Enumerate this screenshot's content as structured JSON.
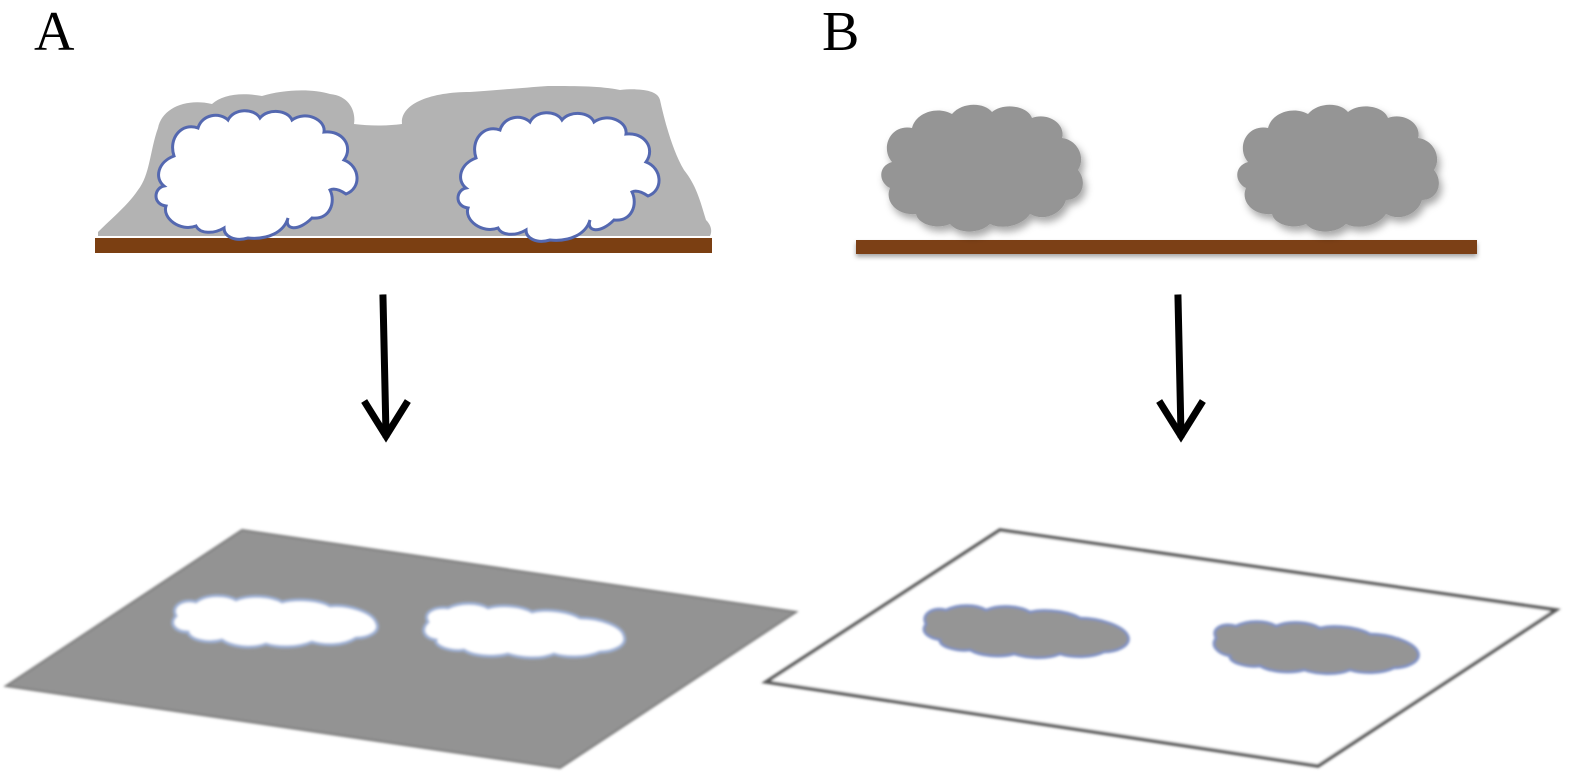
{
  "panels": [
    {
      "id": "A",
      "label": "A",
      "top_clouds": {
        "count": 2,
        "fill": "#ffffff",
        "outline": "#5468b0"
      },
      "background_mass_color": "#b3b3b3",
      "ground_color": "#7b3f12",
      "arrow_direction": "down",
      "plane": {
        "fill": "#939393",
        "edge": "#7a7a7a"
      },
      "plane_clouds": {
        "count": 2,
        "fill": "#ffffff",
        "outline": "#9fb2d8"
      }
    },
    {
      "id": "B",
      "label": "B",
      "top_clouds": {
        "count": 2,
        "fill": "#959595",
        "outline": "none"
      },
      "ground_color": "#7b3f12",
      "arrow_direction": "down",
      "plane": {
        "fill": "#ffffff",
        "edge": "#555555"
      },
      "plane_clouds": {
        "count": 2,
        "fill": "#959595",
        "outline": "#7c8fc6"
      }
    }
  ],
  "colors": {
    "arrow": "#000000",
    "background": "#ffffff"
  }
}
